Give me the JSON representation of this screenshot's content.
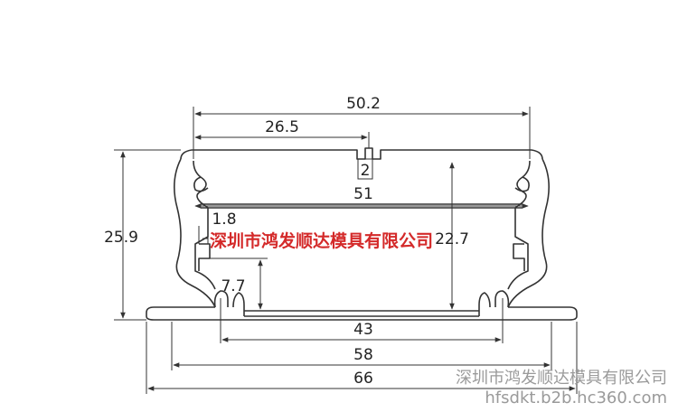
{
  "dimensions": {
    "top_width": "50.2",
    "slot_offset": "26.5",
    "slot_width": "2",
    "inner_width": "51",
    "height_total": "25.9",
    "height_inner": "22.7",
    "rib_thickness": "1.8",
    "rib_height": "7.7",
    "base_inner": "43",
    "base_mid": "58",
    "base_width": "66"
  },
  "watermarks": {
    "center_text": "深圳市鸿发顺达模具有限公司",
    "corner_text": "深圳市鸿发顺达模具有限公司",
    "corner_url": "hfsdkt.b2b.hc360.com"
  },
  "colors": {
    "line": "#333333",
    "watermark_red": "#d42a2a",
    "watermark_gray": "#9a9a9a"
  }
}
